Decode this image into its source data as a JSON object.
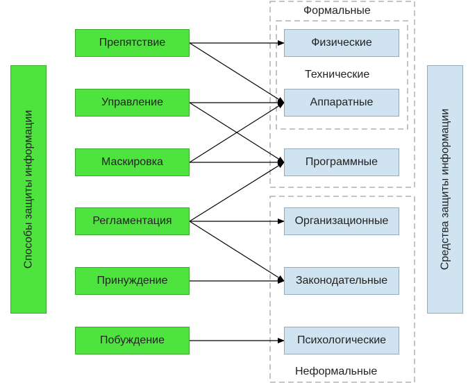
{
  "left_label": "Способы защиты информации",
  "right_label": "Средства защиты информации",
  "groups": {
    "formal": "Формальные",
    "technical": "Технические",
    "informal": "Неформальные"
  },
  "methods": [
    "Препятствие",
    "Управление",
    "Маскировка",
    "Регламентация",
    "Принуждение",
    "Побуждение"
  ],
  "means": [
    "Физические",
    "Аппаратные",
    "Программные",
    "Организационные",
    "Законодательные",
    "Психологические"
  ],
  "links": [
    [
      "Препятствие",
      "Физические"
    ],
    [
      "Препятствие",
      "Аппаратные"
    ],
    [
      "Управление",
      "Аппаратные"
    ],
    [
      "Управление",
      "Программные"
    ],
    [
      "Маскировка",
      "Аппаратные"
    ],
    [
      "Маскировка",
      "Программные"
    ],
    [
      "Регламентация",
      "Программные"
    ],
    [
      "Регламентация",
      "Организационные"
    ],
    [
      "Регламентация",
      "Законодательные"
    ],
    [
      "Принуждение",
      "Законодательные"
    ],
    [
      "Побуждение",
      "Психологические"
    ]
  ],
  "colors": {
    "method_fill": "#4ee33f",
    "means_fill": "#cfe3f0",
    "arrow": "#000000",
    "group_border": "#8a8a8a"
  }
}
